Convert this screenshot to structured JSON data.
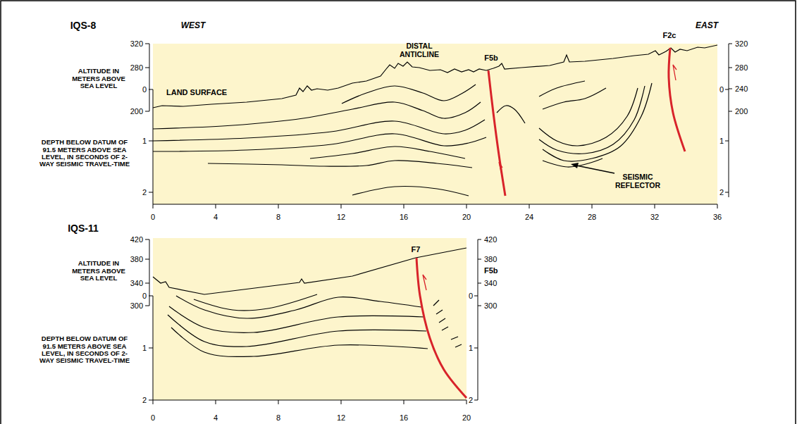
{
  "diagram": {
    "labels": [
      "IQS-8",
      "WEST",
      "EAST",
      "DISTAL ANTICLINE",
      "F5b",
      "F2c",
      "ALTITUDE IN METERS ABOVE SEA LEVEL",
      "LAND SURFACE",
      "DEPTH BELOW DATUM OF 91.5 METERS ABOVE SEA LEVEL, IN SECONDS OF 2-WAY SEISMIC TRAVEL-TIME",
      "SEISMIC REFLECTOR",
      "320",
      "280",
      "200",
      "0",
      "1",
      "2",
      "320",
      "280",
      "240",
      "200",
      "0",
      "1",
      "2",
      "0",
      "4",
      "8",
      "12",
      "16",
      "20",
      "24",
      "28",
      "32",
      "36",
      "IQS-11",
      "F7",
      "F5b",
      "ALTITUDE IN METERS ABOVE SEA LEVEL",
      "DEPTH BELOW DATUM OF 91.5 METERS ABOVE SEA LEVEL, IN SECONDS OF 2-WAY SEISMIC TRAVEL-TIME",
      "420",
      "380",
      "340",
      "300",
      "0",
      "1",
      "2",
      "420",
      "380",
      "340",
      "300",
      "0",
      "1",
      "2",
      "0",
      "4",
      "8",
      "12",
      "16",
      "20"
    ]
  }
}
